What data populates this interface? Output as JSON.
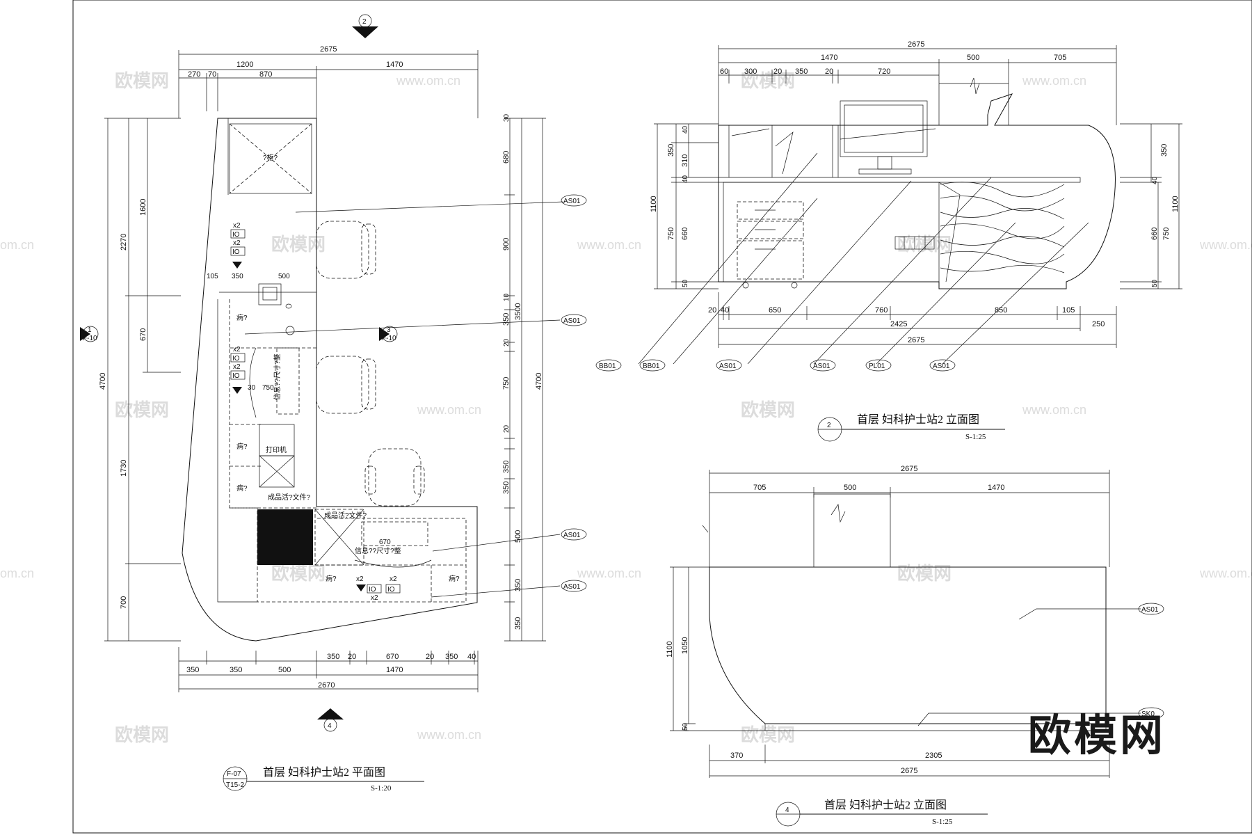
{
  "watermarks": {
    "brand": "欧模网",
    "url": "www.om.cn",
    "url_partial": "om.cn",
    "corner_brand": "欧模网"
  },
  "plan": {
    "title": "首层  妇科护士站2  平面图",
    "scale": "S-1:20",
    "sheet_ref_top": "F-07",
    "sheet_ref_bottom": "T15-2",
    "top_dims": [
      "2675",
      "1200",
      "1470",
      "270",
      "70",
      "870"
    ],
    "bottom_dims": [
      "350",
      "350",
      "500",
      "350",
      "20",
      "670",
      "20",
      "350",
      "40",
      "1470",
      "2670"
    ],
    "left_dims": [
      "1600",
      "2270",
      "670",
      "4700",
      "1730",
      "700"
    ],
    "right_dims": [
      "30",
      "680",
      "900",
      "10",
      "350",
      "3500",
      "20",
      "750",
      "4700",
      "20",
      "350",
      "350",
      "500",
      "350",
      "350"
    ],
    "inner_dims": [
      "105",
      "350",
      "500",
      "670",
      "30",
      "750"
    ],
    "labels": {
      "shelf": "?柜?",
      "x2": "x2",
      "io": "IO",
      "ill": "病?",
      "printer": "打印机",
      "finish_file": "成品活?文件?",
      "finish_file2": "成品活?文件?",
      "info_card": "信息??尺寸?整",
      "info_card2": "信息??尺寸?整"
    },
    "callout_as01": "AS01",
    "markers": {
      "m1_num": "1",
      "m1_ref": "F-10",
      "m2_num": "2",
      "m3_num": "3",
      "m3_ref": "F-10",
      "m4_num": "4"
    }
  },
  "elevation2": {
    "title": "首层  妇科护士站2   立面图",
    "scale": "S-1:25",
    "number": "2",
    "top_dims": [
      "2675",
      "1470",
      "500",
      "705",
      "60",
      "300",
      "20",
      "350",
      "20",
      "720"
    ],
    "bottom_dims": [
      "20",
      "40",
      "650",
      "760",
      "850",
      "105",
      "2425",
      "250",
      "2675"
    ],
    "left_dims": [
      "40",
      "350",
      "310",
      "40",
      "1100",
      "750",
      "660",
      "50"
    ],
    "right_dims": [
      "350",
      "40",
      "1100",
      "660",
      "750",
      "50"
    ],
    "callouts": [
      "BB01",
      "BB01",
      "AS01",
      "AS01",
      "PL01",
      "AS01"
    ]
  },
  "elevation4": {
    "title": "首层  妇科护士站2   立面图",
    "scale": "S-1:25",
    "number": "4",
    "top_dims": [
      "2675",
      "705",
      "500",
      "1470"
    ],
    "bottom_dims": [
      "370",
      "2305",
      "2675"
    ],
    "left_dims": [
      "1100",
      "1050",
      "50"
    ],
    "callouts": [
      "AS01",
      "SK0"
    ]
  }
}
